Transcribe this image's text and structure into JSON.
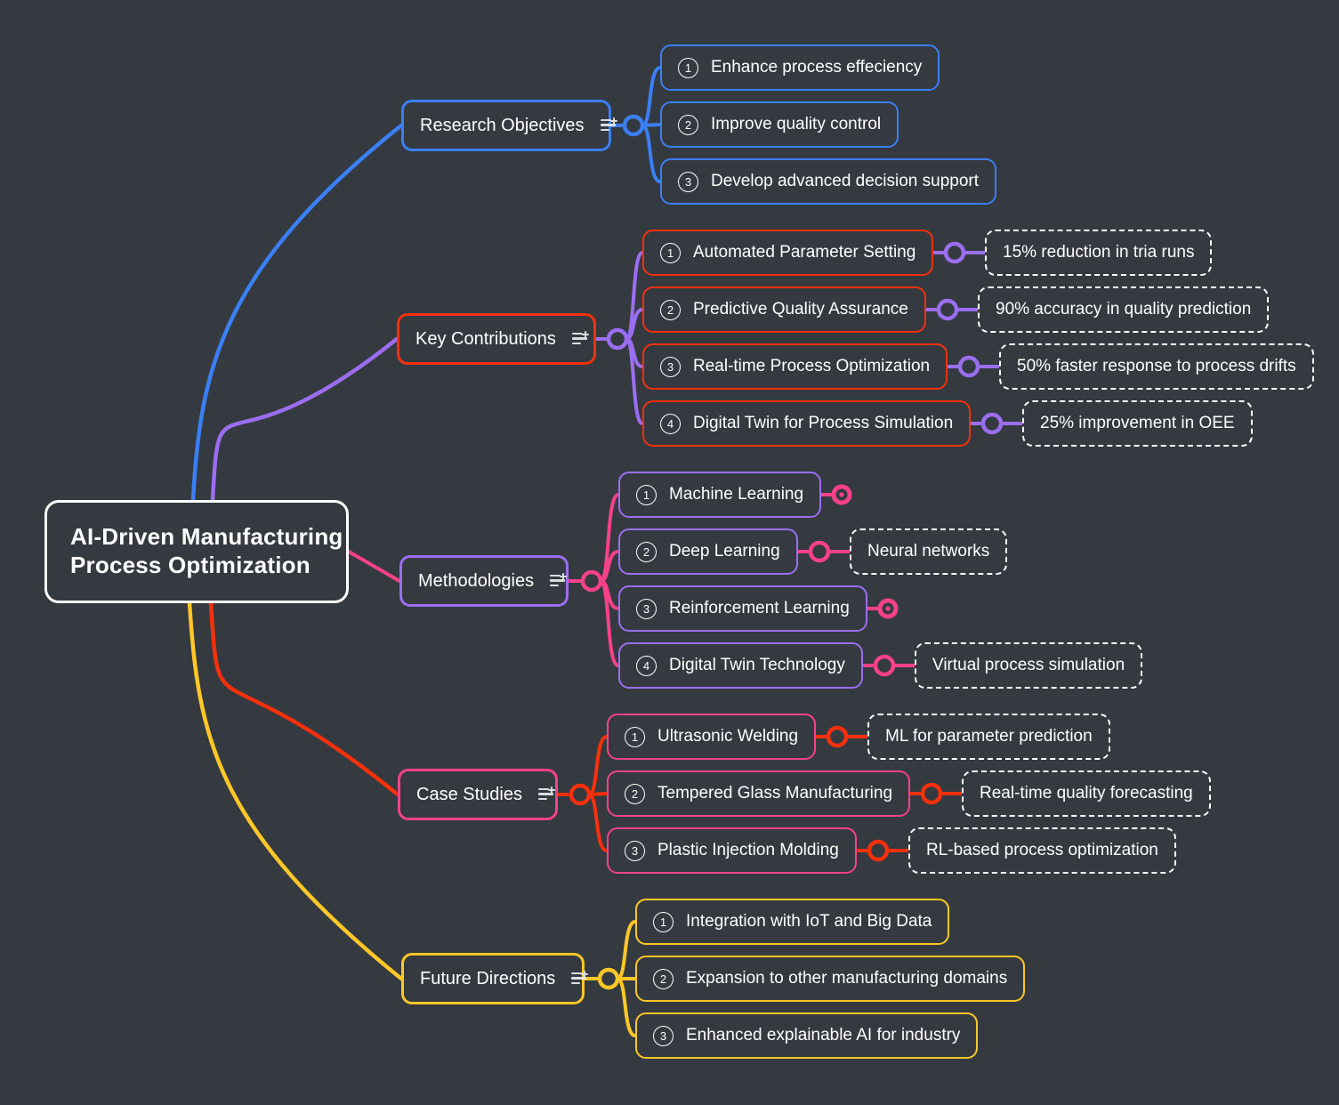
{
  "theme": {
    "background": "#343a40",
    "node_fill": "#343a40",
    "text": "#ffffff",
    "root_border": "#ffffff",
    "leaf_border": "#ffffff",
    "colors": {
      "blue": "#3b7ff5",
      "orangered": "#f5300d",
      "purple": "#9b6ef0",
      "pink": "#f7418a",
      "yellow": "#ffc727"
    }
  },
  "root": {
    "line1": "AI-Driven Manufacturing",
    "line2": "Process Optimization"
  },
  "icon_names": {
    "list_add": "list-add-icon",
    "expand_node": "expand-node-icon",
    "collapse_node": "collapsed-node-icon"
  },
  "branches": [
    {
      "id": "research-objectives",
      "label": "Research Objectives",
      "box_border": "#3b7ff5",
      "edge_color": "#3b7ff5",
      "children": [
        {
          "num": "1",
          "label": "Enhance process effeciency",
          "border": "#3b7ff5",
          "leaf": null
        },
        {
          "num": "2",
          "label": "Improve quality control",
          "border": "#3b7ff5",
          "leaf": null
        },
        {
          "num": "3",
          "label": "Develop advanced decision support",
          "border": "#3b7ff5",
          "leaf": null
        }
      ]
    },
    {
      "id": "key-contributions",
      "label": "Key Contributions",
      "box_border": "#f5300d",
      "edge_color": "#9b6ef0",
      "children": [
        {
          "num": "1",
          "label": "Automated Parameter Setting",
          "border": "#f5300d",
          "leaf": "15% reduction in tria runs"
        },
        {
          "num": "2",
          "label": "Predictive Quality Assurance",
          "border": "#f5300d",
          "leaf": "90% accuracy in quality prediction"
        },
        {
          "num": "3",
          "label": "Real-time Process Optimization",
          "border": "#f5300d",
          "leaf": "50% faster response to process drifts"
        },
        {
          "num": "4",
          "label": "Digital Twin for Process Simulation",
          "border": "#f5300d",
          "leaf": "25% improvement in OEE"
        }
      ]
    },
    {
      "id": "methodologies",
      "label": "Methodologies",
      "box_border": "#9b6ef0",
      "edge_color": "#f7418a",
      "children": [
        {
          "num": "1",
          "label": "Machine Learning",
          "border": "#9b6ef0",
          "leaf": null
        },
        {
          "num": "2",
          "label": "Deep Learning",
          "border": "#9b6ef0",
          "leaf": "Neural networks"
        },
        {
          "num": "3",
          "label": "Reinforcement Learning",
          "border": "#9b6ef0",
          "leaf": null
        },
        {
          "num": "4",
          "label": "Digital Twin Technology",
          "border": "#9b6ef0",
          "leaf": "Virtual process simulation"
        }
      ]
    },
    {
      "id": "case-studies",
      "label": "Case Studies",
      "box_border": "#f7418a",
      "edge_color": "#f5300d",
      "children": [
        {
          "num": "1",
          "label": "Ultrasonic Welding",
          "border": "#f7418a",
          "leaf": "ML for parameter prediction"
        },
        {
          "num": "2",
          "label": "Tempered Glass Manufacturing",
          "border": "#f7418a",
          "leaf": "Real-time quality forecasting"
        },
        {
          "num": "3",
          "label": "Plastic Injection Molding",
          "border": "#f7418a",
          "leaf": "RL-based process optimization"
        }
      ]
    },
    {
      "id": "future-directions",
      "label": "Future Directions",
      "box_border": "#ffc727",
      "edge_color": "#ffc727",
      "children": [
        {
          "num": "1",
          "label": "Integration with IoT and Big Data",
          "border": "#ffc727",
          "leaf": null
        },
        {
          "num": "2",
          "label": "Expansion to other manufacturing domains",
          "border": "#ffc727",
          "leaf": null
        },
        {
          "num": "3",
          "label": "Enhanced explainable AI for industry",
          "border": "#ffc727",
          "leaf": null
        }
      ]
    }
  ]
}
